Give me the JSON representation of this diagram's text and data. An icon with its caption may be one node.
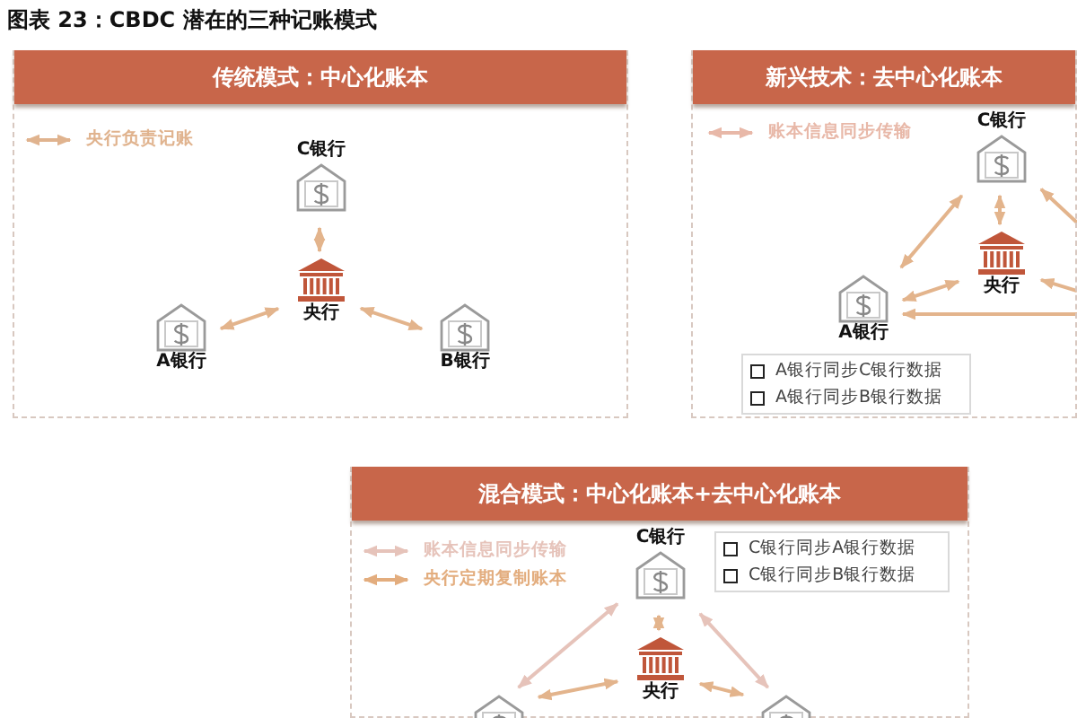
{
  "diagram": {
    "title": "图表 23：CBDC 潜在的三种记账模式",
    "nodes": [
      {
        "text": [
          "传统模式：中心化账本"
        ]
      },
      {
        "text": [
          "C银行"
        ],
        "in": 0
      },
      {
        "text": [
          "央行"
        ],
        "in": 0
      },
      {
        "text": [
          "A银行"
        ],
        "in": 0
      },
      {
        "text": [
          "B银行"
        ],
        "in": 0
      },
      {
        "text": [
          "新兴技术：去中心化账本"
        ]
      },
      {
        "text": [
          "C银行"
        ],
        "in": 5
      },
      {
        "text": [
          "央行"
        ],
        "in": 5
      },
      {
        "text": [
          "A银行"
        ],
        "in": 5
      },
      {
        "text": [
          "A银行同步C银行数据",
          "A银行同步B银行数据"
        ],
        "in": 5
      },
      {
        "text": [
          "混合模式：中心化账本+去中心化账本"
        ]
      },
      {
        "text": [
          "C银行"
        ],
        "in": 10
      },
      {
        "text": [
          "C银行同步A银行数据",
          "C银行同步B银行数据"
        ],
        "in": 10
      },
      {
        "text": [
          "央行"
        ],
        "in": 10
      },
      {
        "text": [],
        "shape": "picture",
        "in": 10
      },
      {
        "text": [],
        "shape": "picture",
        "in": 10
      }
    ],
    "edges": [
      {
        "from": 1,
        "to": 2,
        "arrow": "both"
      },
      {
        "from": 3,
        "to": 2,
        "arrow": "both"
      },
      {
        "from": 2,
        "to": 4,
        "arrow": "both"
      },
      {
        "from": 6,
        "to": 8,
        "arrow": "both"
      },
      {
        "from": 6,
        "to": 7,
        "arrow": "both"
      },
      {
        "from": 7,
        "to": 8,
        "arrow": "both"
      },
      {
        "from": null,
        "to": 6,
        "arrow": "to"
      },
      {
        "from": null,
        "to": 7,
        "arrow": "to"
      },
      {
        "from": null,
        "to": 8,
        "arrow": "to"
      },
      {
        "from": 11,
        "to": 13,
        "arrow": "both"
      },
      {
        "from": 11,
        "to": 14,
        "arrow": "both",
        "color": "#e6c3ba"
      },
      {
        "from": 11,
        "to": 15,
        "arrow": "both",
        "color": "#e6c3ba"
      },
      {
        "from": 13,
        "to": 14,
        "arrow": "both"
      },
      {
        "from": 13,
        "to": 15,
        "arrow": "both"
      }
    ],
    "legend": [
      {
        "text": "央行负责记账"
      },
      {
        "text": "账本信息同步传输"
      },
      {
        "text": "账本信息同步传输"
      },
      {
        "text": "央行定期复制账本"
      }
    ]
  }
}
